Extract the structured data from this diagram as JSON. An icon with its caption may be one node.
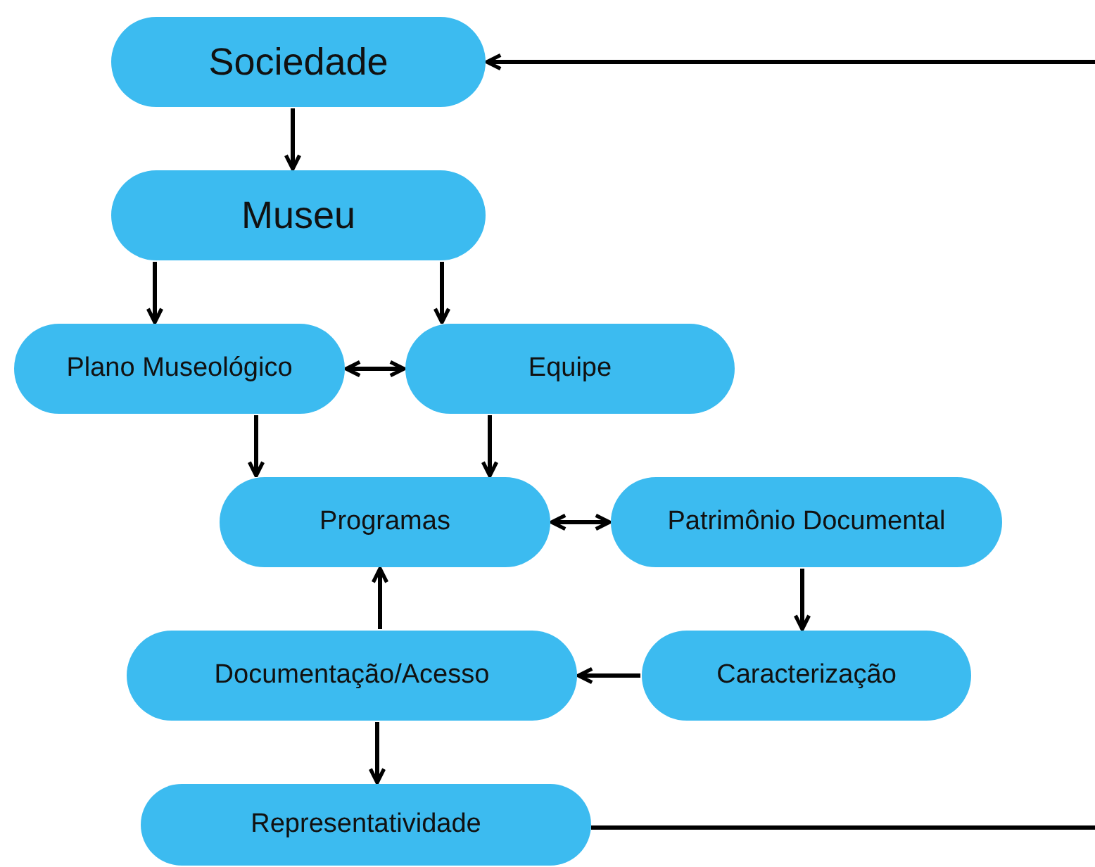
{
  "diagram": {
    "nodes": [
      {
        "text": [
          "Sociedade"
        ]
      },
      {
        "text": [
          "Museu"
        ]
      },
      {
        "text": [
          "Plano Museológico"
        ]
      },
      {
        "text": [
          "Equipe"
        ]
      },
      {
        "text": [
          "Programas"
        ]
      },
      {
        "text": [
          "Patrimônio Documental"
        ]
      },
      {
        "text": [
          "Documentação/Acesso"
        ]
      },
      {
        "text": [
          "Caracterização"
        ]
      },
      {
        "text": [
          "Representatividade"
        ]
      }
    ],
    "edges": [
      {
        "from": 0,
        "to": 1,
        "arrow": "to"
      },
      {
        "from": 1,
        "to": 2,
        "arrow": "to"
      },
      {
        "from": 1,
        "to": 3,
        "arrow": "to"
      },
      {
        "from": 2,
        "to": 3,
        "arrow": "both"
      },
      {
        "from": 2,
        "to": 4,
        "arrow": "to"
      },
      {
        "from": 3,
        "to": 4,
        "arrow": "to"
      },
      {
        "from": 4,
        "to": 5,
        "arrow": "both"
      },
      {
        "from": 5,
        "to": 7,
        "arrow": "to"
      },
      {
        "from": 7,
        "to": 6,
        "arrow": "to"
      },
      {
        "from": 6,
        "to": 4,
        "arrow": "to"
      },
      {
        "from": 6,
        "to": 8,
        "arrow": "to"
      },
      {
        "from": 8,
        "to": null,
        "arrow": "none"
      },
      {
        "from": null,
        "to": 0,
        "arrow": "to"
      }
    ]
  }
}
